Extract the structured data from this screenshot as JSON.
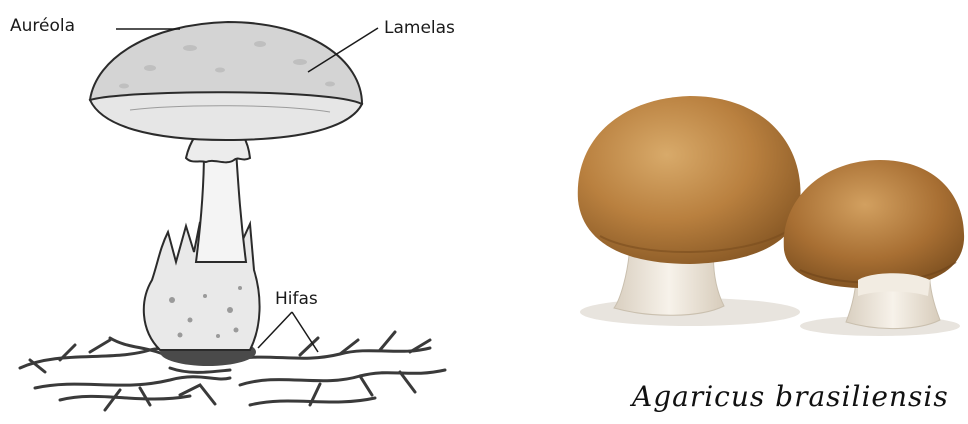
{
  "diagram": {
    "labels": {
      "aureola": "Auréola",
      "lamelas": "Lamelas",
      "hifas": "Hifas"
    }
  },
  "photo": {
    "caption": "Agaricus brasiliensis"
  },
  "colors": {
    "line": "#2b2b2b",
    "cap_fill": "#d4d4d4",
    "gills_fill": "#e6e6e6",
    "stalk_fill": "#f4f4f4",
    "mushroom_brown": "#b07a3a",
    "mushroom_stem": "#efe6d8"
  }
}
